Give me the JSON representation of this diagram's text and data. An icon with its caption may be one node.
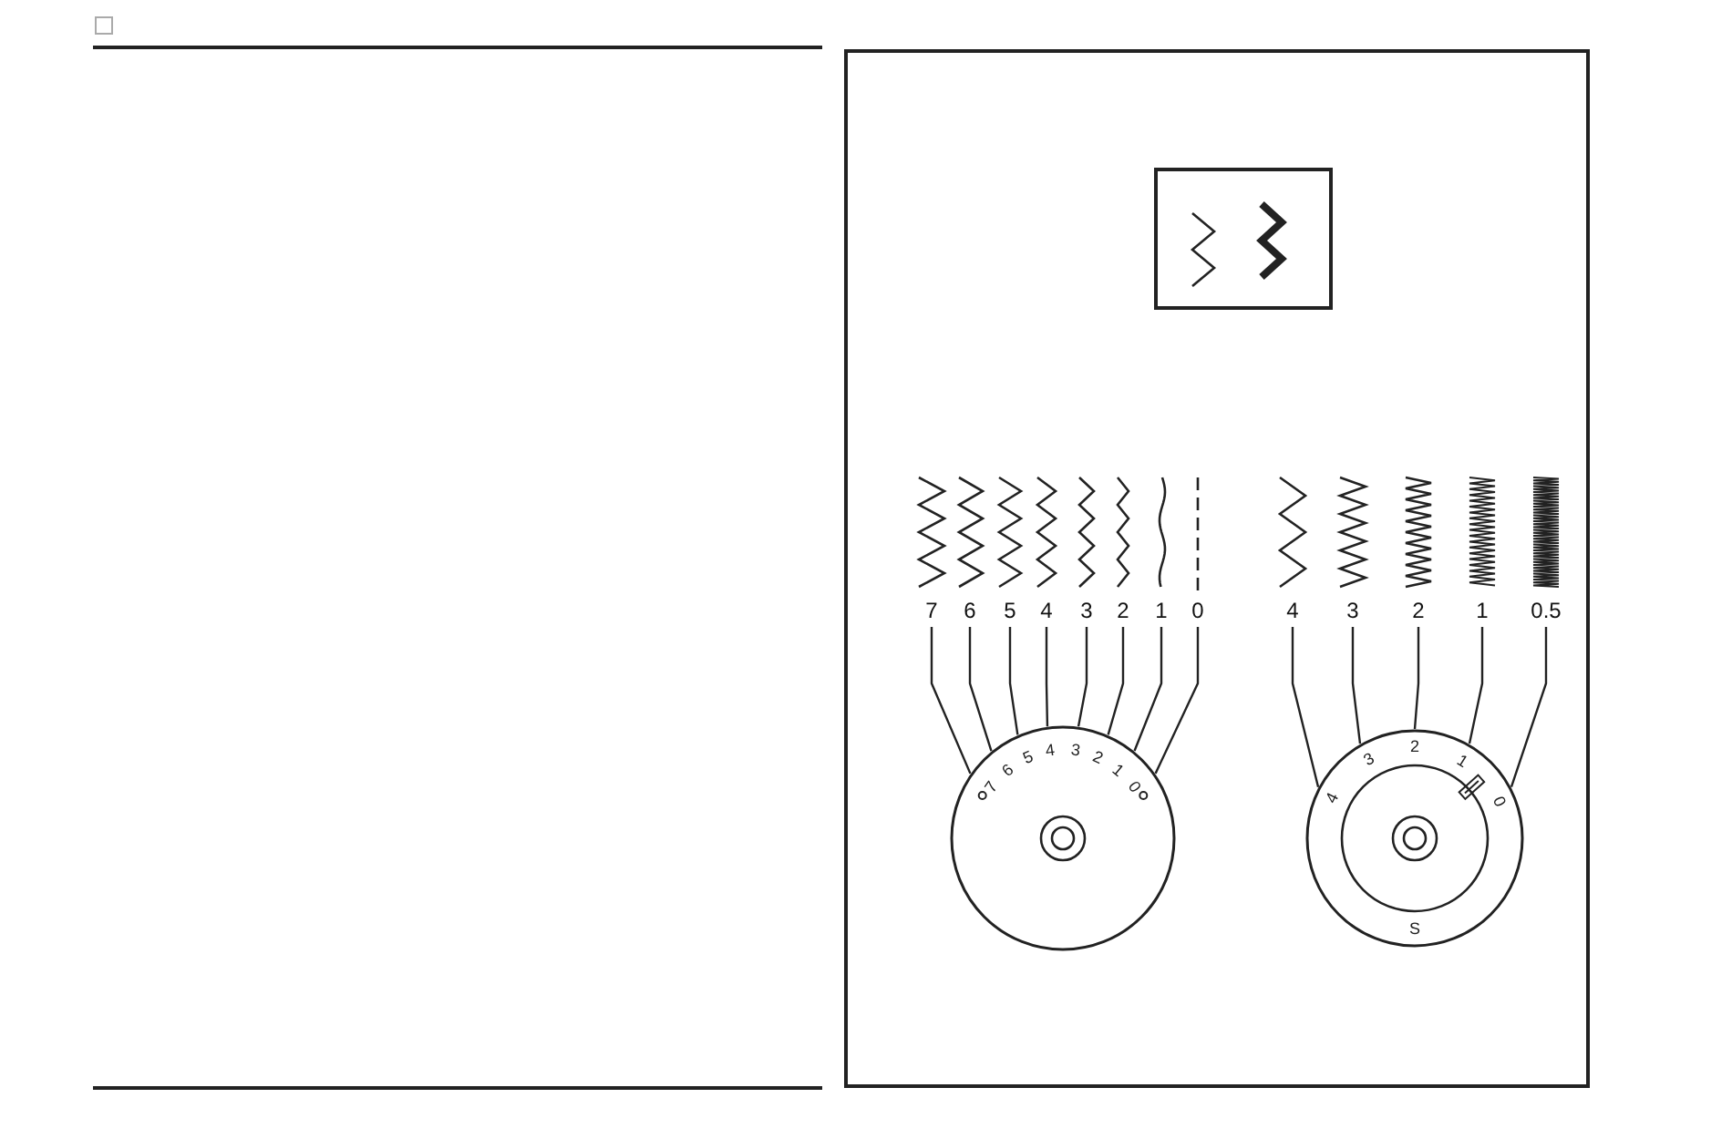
{
  "diagram": {
    "nodes": [
      {
        "text": [],
        "shape": "box"
      },
      {
        "text": [],
        "shape": "box",
        "in": 0
      },
      {
        "text": [
          "7"
        ],
        "in": 0
      },
      {
        "text": [
          "6"
        ],
        "in": 0
      },
      {
        "text": [
          "5"
        ],
        "in": 0
      },
      {
        "text": [
          "4"
        ],
        "in": 0
      },
      {
        "text": [
          "3"
        ],
        "in": 0
      },
      {
        "text": [
          "2"
        ],
        "in": 0
      },
      {
        "text": [
          "1"
        ],
        "in": 0
      },
      {
        "text": [
          "0"
        ],
        "in": 0
      },
      {
        "text": [
          "4"
        ],
        "in": 0
      },
      {
        "text": [
          "3"
        ],
        "in": 0
      },
      {
        "text": [
          "2"
        ],
        "in": 0
      },
      {
        "text": [
          "1"
        ],
        "in": 0
      },
      {
        "text": [
          "0.5"
        ],
        "in": 0
      },
      {
        "text": [
          "7",
          "6",
          "5",
          "4",
          "3",
          "2",
          "1",
          "0"
        ],
        "in": 0
      },
      {
        "text": [
          "4",
          "3",
          "2",
          "1",
          "0",
          "S"
        ],
        "in": 0
      }
    ],
    "edges": [
      {
        "from": 2,
        "to": 15,
        "arrow": "none"
      },
      {
        "from": 3,
        "to": 15,
        "arrow": "none"
      },
      {
        "from": 4,
        "to": 15,
        "arrow": "none"
      },
      {
        "from": 5,
        "to": 15,
        "arrow": "none"
      },
      {
        "from": 6,
        "to": 15,
        "arrow": "none"
      },
      {
        "from": 7,
        "to": 15,
        "arrow": "none"
      },
      {
        "from": 8,
        "to": 15,
        "arrow": "none"
      },
      {
        "from": 9,
        "to": 15,
        "arrow": "none"
      },
      {
        "from": 10,
        "to": 16,
        "arrow": "none"
      },
      {
        "from": 11,
        "to": 16,
        "arrow": "none"
      },
      {
        "from": 12,
        "to": 16,
        "arrow": "none"
      },
      {
        "from": 13,
        "to": 16,
        "arrow": "none"
      },
      {
        "from": 14,
        "to": 16,
        "arrow": "none"
      }
    ]
  }
}
